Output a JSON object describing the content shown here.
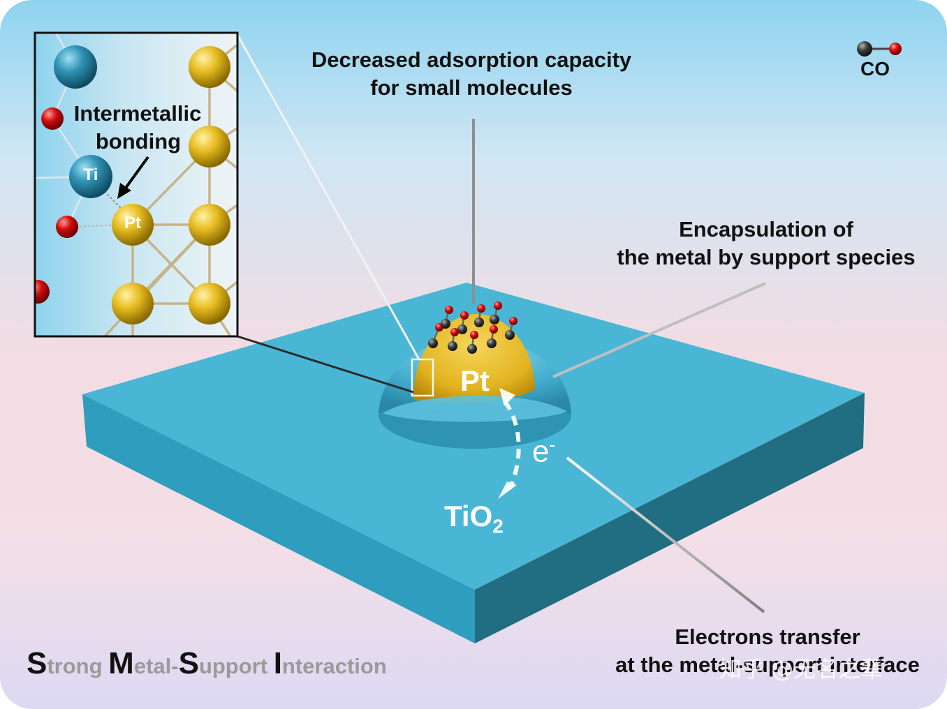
{
  "labels": {
    "co": "CO",
    "adsorption_line1": "Decreased adsorption capacity",
    "adsorption_line2": "for small molecules",
    "encapsulation_line1": "Encapsulation of",
    "encapsulation_line2": "the metal by support species",
    "electrons_line1": "Electrons transfer",
    "electrons_line2": "at the metal-support interface",
    "intermetallic_line1": "Intermetallic",
    "intermetallic_line2": "bonding",
    "ti_atom": "Ti",
    "pt_atom": "Pt",
    "pt_particle": "Pt",
    "electron": "e",
    "electron_sup": "-",
    "support": "TiO",
    "support_sub": "2"
  },
  "title": {
    "s1": "S",
    "r1": "trong ",
    "s2": "M",
    "r2": "etal-",
    "s3": "S",
    "r3": "upport ",
    "s4": "I",
    "r4": "nteraction"
  },
  "watermark": "知乎 @无名之辈",
  "colors": {
    "support_top": "#4ab6d5",
    "support_side_front": "#2f9dbd",
    "support_side_right": "#216d82",
    "pt_gold": "#e2b320",
    "ti_blue": "#2f93b5",
    "oxygen_red": "#d40f0f",
    "carbon_gray": "#333333"
  }
}
